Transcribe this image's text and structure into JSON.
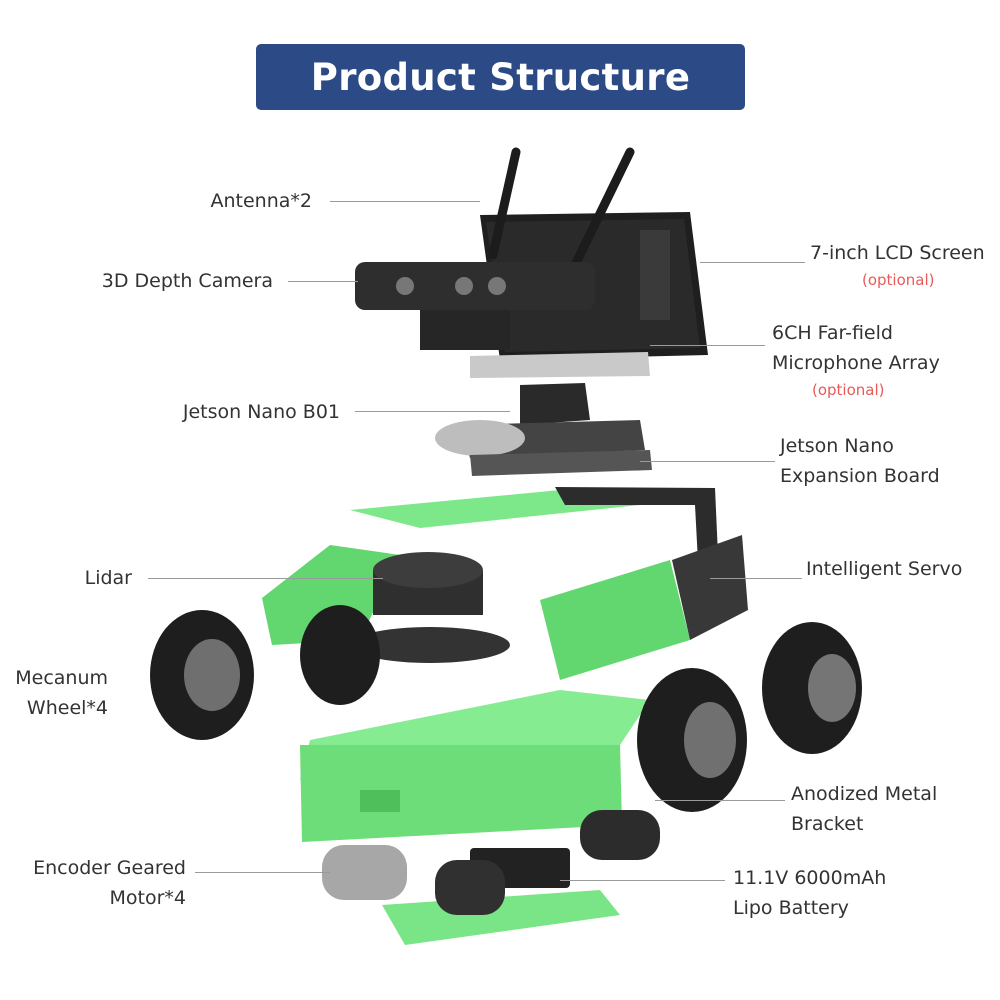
{
  "title": "Product Structure",
  "labels": {
    "antenna": "Antenna*2",
    "depth_camera": "3D Depth Camera",
    "jetson_nano": "Jetson Nano B01",
    "lidar": "Lidar",
    "mecanum_line1": "Mecanum",
    "mecanum_line2": "Wheel*4",
    "encoder_line1": "Encoder Geared",
    "encoder_line2": "Motor*4",
    "lcd": "7-inch LCD Screen",
    "lcd_optional": "(optional)",
    "mic_line1": "6CH Far-field",
    "mic_line2": "Microphone Array",
    "mic_optional": "(optional)",
    "expansion_line1": "Jetson Nano",
    "expansion_line2": "Expansion Board",
    "servo": "Intelligent Servo",
    "bracket_line1": "Anodized Metal",
    "bracket_line2": "Bracket",
    "battery_line1": "11.1V 6000mAh",
    "battery_line2": "Lipo Battery"
  },
  "colors": {
    "title_bg": "#2c4a86",
    "title_text": "#ffffff",
    "optional_text": "#e85a5a",
    "metal_green": "#6be07a",
    "dark_part": "#2b2b2b"
  }
}
